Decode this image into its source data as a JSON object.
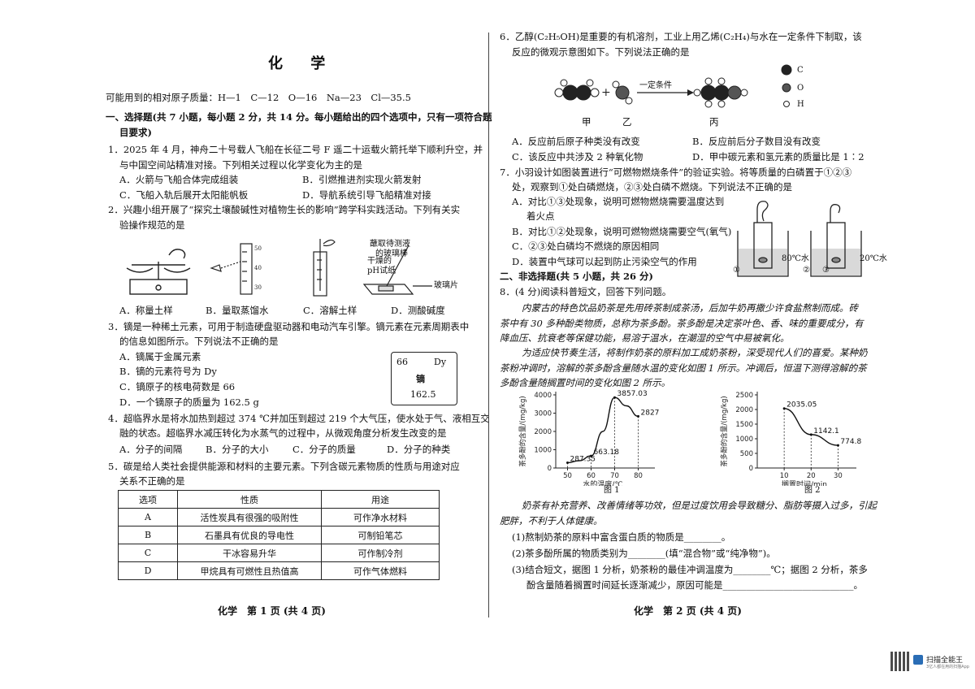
{
  "page1": {
    "title": "化 学",
    "atomic_mass": "可能用到的相对原子质量：H—1　C—12　O—16　Na—23　Cl—35.5",
    "section1_a": "一、选择题(共 7 小题，每小题 2 分，共 14 分。每小题给出的四个选项中，只有一项符合题",
    "section1_b": "目要求)",
    "q1_a": "1．2025 年 4 月，神舟二十号载人飞船在长征二号 F 遥二十运载火箭托举下顺利升空，并",
    "q1_b": "与中国空间站精准对接。下列相关过程以化学变化为主的是",
    "q1_A": "A．火箭与飞船合体完成组装",
    "q1_B": "B．引燃推进剂实现火箭发射",
    "q1_C": "C．飞船入轨后展开太阳能帆板",
    "q1_D": "D．导航系统引导飞船精准对接",
    "q2_a": "2．兴趣小组开展了“探究土壤酸碱性对植物生长的影响”跨学科实践活动。下列有关实",
    "q2_b": "验操作规范的是",
    "q2_A": "A．称量土样",
    "q2_B": "B．量取蒸馏水",
    "q2_C": "C．溶解土样",
    "q2_D": "D．测酸碱度",
    "q2_label1": "蘸取待测液",
    "q2_label2": "的玻璃棒",
    "q2_label3": "干燥的",
    "q2_label4": "pH试纸",
    "q2_label5": "玻璃片",
    "q3_a": "3．镝是一种稀土元素，可用于制造硬盘驱动器和电动汽车引擎。镝元素在元素周期表中",
    "q3_b": "的信息如图所示。下列说法不正确的是",
    "q3_A": "A．镝属于金属元素",
    "q3_B": "B．镝的元素符号为 Dy",
    "q3_C": "C．镝原子的核电荷数是 66",
    "q3_D": "D．一个镝原子的质量为 162.5 g",
    "card_number": "66",
    "card_symbol": "Dy",
    "card_name": "镝",
    "card_mass": "162.5",
    "q4_a": "4．超临界水是将水加热到超过 374 ℃并加压到超过 219 个大气压，使水处于气、液相互交",
    "q4_b": "融的状态。超临界水减压转化为水蒸气的过程中，从微观角度分析发生改变的是",
    "q4_A": "A．分子的间隔",
    "q4_B": "B．分子的大小",
    "q4_C": "C．分子的质量",
    "q4_D": "D．分子的种类",
    "q5_a": "5．碳是给人类社会提供能源和材料的主要元素。下列含碳元素物质的性质与用途对应",
    "q5_b": "关系不正确的是",
    "table_headers": [
      "选项",
      "性质",
      "用途"
    ],
    "table_rows": [
      [
        "A",
        "活性炭具有很强的吸附性",
        "可作净水材料"
      ],
      [
        "B",
        "石墨具有优良的导电性",
        "可制铅笔芯"
      ],
      [
        "C",
        "干冰容易升华",
        "可作制冷剂"
      ],
      [
        "D",
        "甲烷具有可燃性且热值高",
        "可作气体燃料"
      ]
    ],
    "footer": "化学　第 1 页 (共 4 页)"
  },
  "page2": {
    "q6_a": "6．乙醇(C₂H₅OH)是重要的有机溶剂，工业上用乙烯(C₂H₄)与水在一定条件下制取，该",
    "q6_b": "反应的微观示意图如下。下列说法正确的是",
    "reaction_condition": "一定条件",
    "mol_jia": "甲",
    "mol_yi": "乙",
    "mol_bing": "丙",
    "legend_c": "C",
    "legend_o": "O",
    "legend_h": "H",
    "q6_A": "A．反应前后原子种类没有改变",
    "q6_B": "B．反应前后分子数目没有改变",
    "q6_C": "C．该反应中共涉及 2 种氧化物",
    "q6_D": "D．甲中碳元素和氢元素的质量比是 1∶2",
    "q7_a": "7．小羽设计如图装置进行“可燃物燃烧条件”的验证实验。将等质量的白磷置于①②③",
    "q7_b": "处，观察到①处白磷燃烧，②③处白磷不燃烧。下列说法不正确的是",
    "q7_A1": "A．对比①③处现象，说明可燃物燃烧需要温度达到",
    "q7_A2": "着火点",
    "q7_B": "B．对比①②处现象，说明可燃物燃烧需要空气(氧气)",
    "q7_C": "C．②③处白磷均不燃烧的原因相同",
    "q7_D": "D．装置中气球可以起到防止污染空气的作用",
    "beaker1": "80℃水",
    "beaker2": "20℃水",
    "mark1": "①",
    "mark2": "②",
    "mark3": "③",
    "section2": "二、非选择题(共 5 小题，共 26 分)",
    "q8_title": "8．(4 分)阅读科普短文，回答下列问题。",
    "p1_a": "内蒙古的特色饮品奶茶是先用砖茶制成茶汤，后加牛奶再撒少许食盐熬制而成。砖",
    "p1_b": "茶中有 30 多种酚类物质，总称为茶多酚。茶多酚是决定茶叶色、香、味的重要成分，有",
    "p1_c": "降血压、抗衰老等保健功能，易溶于温水，在潮湿的空气中易被氧化。",
    "p2_a": "为适应快节奏生活，将制作奶茶的原料加工成奶茶粉，深受现代人们的喜爱。某种奶",
    "p2_b": "茶粉冲调时，溶解的茶多酚含量随水温的变化如图 1 所示。冲调后，恒温下测得溶解的茶",
    "p2_c": "多酚含量随搁置时间的变化如图 2 所示。",
    "fig1_caption": "图 1",
    "fig2_caption": "图 2",
    "p3_a": "奶茶有补充营养、改善情绪等功效，但是过度饮用会导致糖分、脂肪等摄入过多，引起",
    "p3_b": "肥胖，不利于人体健康。",
    "q8_1": "(1)熬制奶茶的原料中富含蛋白质的物质是________。",
    "q8_2": "(2)茶多酚所属的物质类别为________(填“混合物”或“纯净物”)。",
    "q8_3a": "(3)结合短文，据图 1 分析，奶茶粉的最佳冲调温度为________℃；据图 2 分析，茶多",
    "q8_3b": "酚含量随着搁置时间延长逐渐减少，原因可能是____________________________。",
    "footer": "化学　第 2 页 (共 4 页)",
    "scanner": "扫描全能王",
    "scanner_sub": "3亿人都在用的扫描App"
  },
  "chart_data": [
    {
      "type": "line",
      "title": "",
      "xlabel": "水的温度/℃",
      "ylabel": "茶多酚的含量/(mg/kg)",
      "x_ticks": [
        "50",
        "60",
        "70",
        "80"
      ],
      "y_ticks": [
        "0",
        "1000",
        "2000",
        "3000",
        "4000"
      ],
      "xlim": [
        45,
        85
      ],
      "ylim": [
        0,
        4000
      ],
      "x": [
        50,
        55,
        60,
        65,
        70,
        75,
        80
      ],
      "y": [
        287.35,
        400,
        663.18,
        2000,
        3857.03,
        3400,
        2827.94
      ],
      "labels": [
        {
          "x": 50,
          "y": 287.35,
          "text": "287.35"
        },
        {
          "x": 60,
          "y": 663.18,
          "text": "663.18"
        },
        {
          "x": 70,
          "y": 3857.03,
          "text": "3857.03"
        },
        {
          "x": 80,
          "y": 2827.94,
          "text": "2827.94"
        }
      ],
      "grid": false
    },
    {
      "type": "line",
      "title": "",
      "xlabel": "搁置时间/min",
      "ylabel": "茶多酚的含量/(mg/kg)",
      "x_ticks": [
        "10",
        "20",
        "30"
      ],
      "y_ticks": [
        "0",
        "500",
        "1000",
        "1500",
        "2000",
        "2500"
      ],
      "xlim": [
        0,
        35
      ],
      "ylim": [
        0,
        2500
      ],
      "x": [
        10,
        20,
        30
      ],
      "y": [
        2035.05,
        1142.1,
        774.81
      ],
      "labels": [
        {
          "x": 10,
          "y": 2035.05,
          "text": "2035.05"
        },
        {
          "x": 20,
          "y": 1142.1,
          "text": "1142.1"
        },
        {
          "x": 30,
          "y": 774.81,
          "text": "774.81"
        }
      ],
      "grid": false
    }
  ]
}
